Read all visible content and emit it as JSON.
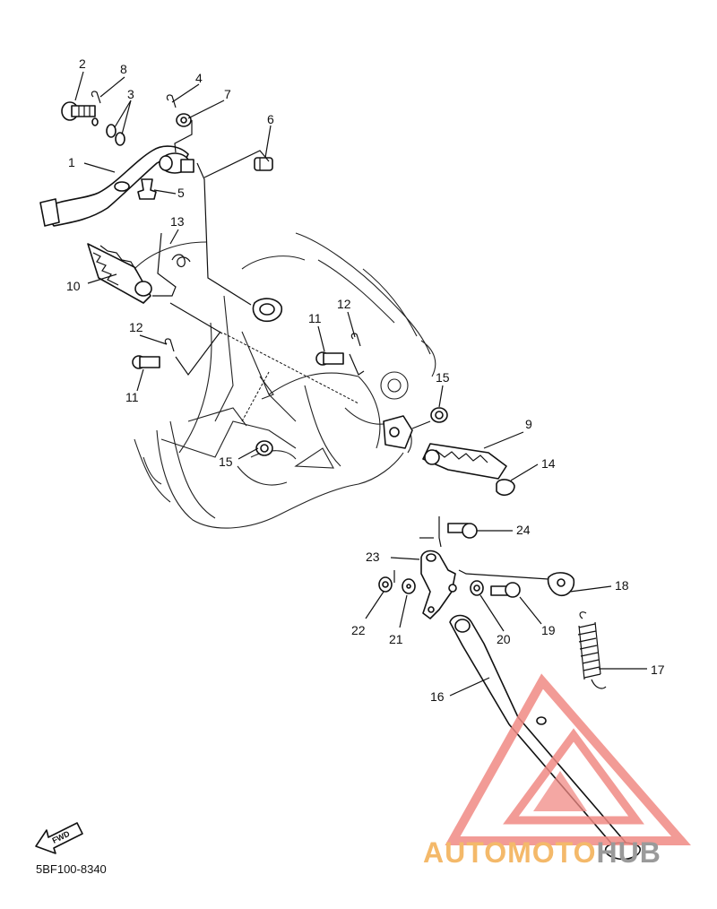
{
  "diagram": {
    "code": "5BF100-8340",
    "fwd_label": "FWD",
    "callouts": [
      "1",
      "2",
      "3",
      "4",
      "5",
      "6",
      "7",
      "8",
      "9",
      "10",
      "11",
      "11",
      "12",
      "12",
      "13",
      "14",
      "15",
      "15",
      "16",
      "17",
      "18",
      "19",
      "20",
      "21",
      "22",
      "23",
      "24"
    ]
  },
  "watermark": {
    "text": "AUTOMOTOHUB",
    "text_part1": "AUTOMOTO",
    "text_part2": "HUB",
    "color_red": "#f08a84",
    "color_orange": "#f4b96a",
    "color_grey": "#9a9a9a"
  }
}
